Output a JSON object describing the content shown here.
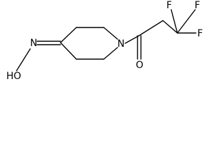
{
  "structure": {
    "atoms": {
      "hydroxyl": "HO",
      "oxime_nitrogen": "N",
      "ring_nitrogen": "N",
      "carbonyl_oxygen": "O",
      "fluorine_top_left": "F",
      "fluorine_top_right": "F",
      "fluorine_right": "F"
    },
    "colors": {
      "bond": "#000000",
      "label": "#000000",
      "background": "#ffffff"
    }
  }
}
